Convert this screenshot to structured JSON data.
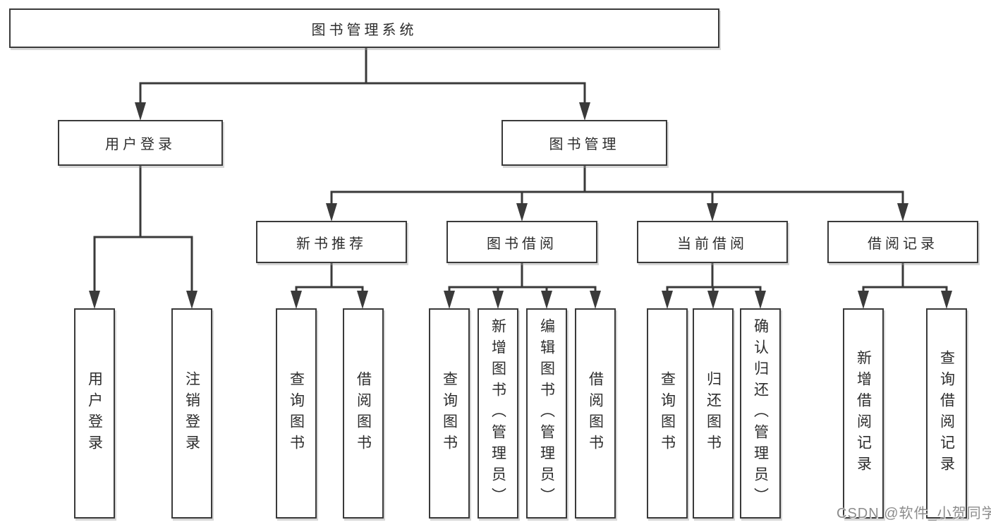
{
  "colors": {
    "border": "#3a3a3a",
    "line": "#3a3a3a",
    "text": "#2d2d2d",
    "watermark": "#8c8c8c"
  },
  "watermark": "CSDN @软件_小贺同学",
  "tree": {
    "label": "图书管理系统",
    "children": [
      {
        "label": "用户登录",
        "children": [
          {
            "label": "用户登录"
          },
          {
            "label": "注销登录"
          }
        ]
      },
      {
        "label": "图书管理",
        "children": [
          {
            "label": "新书推荐",
            "children": [
              {
                "label": "查询图书"
              },
              {
                "label": "借阅图书"
              }
            ]
          },
          {
            "label": "图书借阅",
            "children": [
              {
                "label": "查询图书"
              },
              {
                "label": "新增图书（管理员）"
              },
              {
                "label": "编辑图书（管理员）"
              },
              {
                "label": "借阅图书"
              }
            ]
          },
          {
            "label": "当前借阅",
            "children": [
              {
                "label": "查询图书"
              },
              {
                "label": "归还图书"
              },
              {
                "label": "确认归还（管理员）"
              }
            ]
          },
          {
            "label": "借阅记录",
            "children": [
              {
                "label": "新增借阅记录"
              },
              {
                "label": "查询借阅记录"
              }
            ]
          }
        ]
      }
    ]
  }
}
